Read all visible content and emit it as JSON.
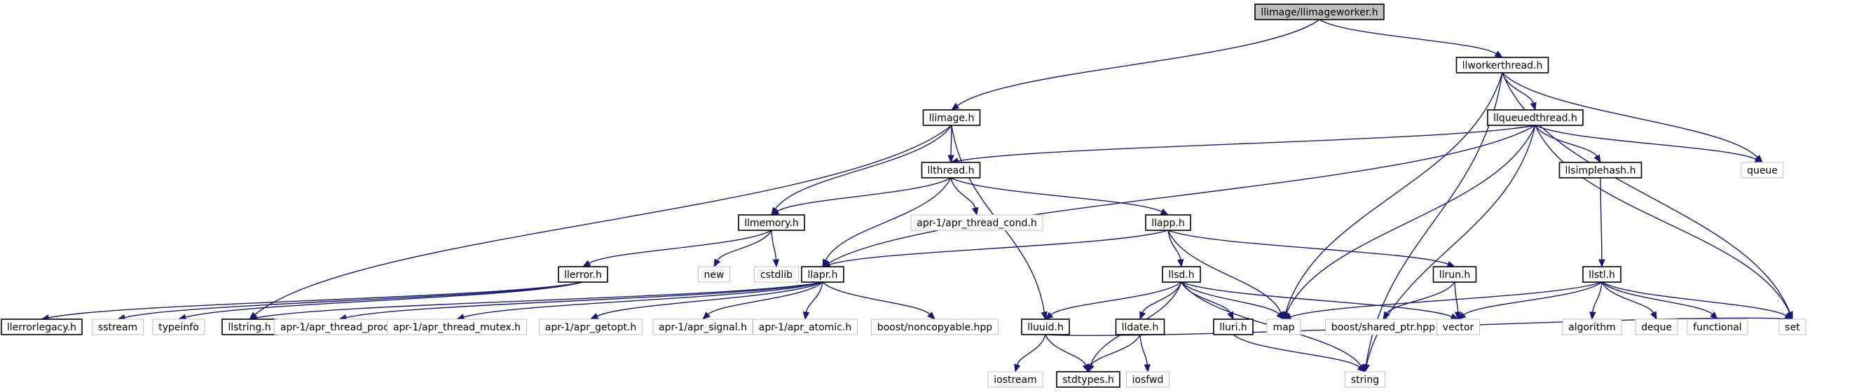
{
  "colors": {
    "edge": "#191970",
    "root_fill": "#bfbfbf",
    "doc_border": "#000000",
    "ext_border": "#bfbfbf"
  },
  "nodes": [
    {
      "id": "root",
      "label": "llimage/llimageworker.h",
      "kind": "root"
    },
    {
      "id": "llworkerthread",
      "label": "llworkerthread.h",
      "kind": "doc"
    },
    {
      "id": "llimage",
      "label": "llimage.h",
      "kind": "doc"
    },
    {
      "id": "llqueuedthread",
      "label": "llqueuedthread.h",
      "kind": "doc"
    },
    {
      "id": "llthread",
      "label": "llthread.h",
      "kind": "doc"
    },
    {
      "id": "llsimplehash",
      "label": "llsimplehash.h",
      "kind": "doc"
    },
    {
      "id": "queue",
      "label": "queue",
      "kind": "ext"
    },
    {
      "id": "llmemory",
      "label": "llmemory.h",
      "kind": "doc"
    },
    {
      "id": "aprcond",
      "label": "apr-1/apr_thread_cond.h",
      "kind": "ext"
    },
    {
      "id": "llapp",
      "label": "llapp.h",
      "kind": "doc"
    },
    {
      "id": "llerror",
      "label": "llerror.h",
      "kind": "doc"
    },
    {
      "id": "new",
      "label": "new",
      "kind": "ext"
    },
    {
      "id": "cstdlib",
      "label": "cstdlib",
      "kind": "ext"
    },
    {
      "id": "llapr",
      "label": "llapr.h",
      "kind": "doc"
    },
    {
      "id": "llsd",
      "label": "llsd.h",
      "kind": "doc"
    },
    {
      "id": "llrun",
      "label": "llrun.h",
      "kind": "doc"
    },
    {
      "id": "llstl",
      "label": "llstl.h",
      "kind": "doc"
    },
    {
      "id": "llerrorlegacy",
      "label": "llerrorlegacy.h",
      "kind": "doc"
    },
    {
      "id": "sstream",
      "label": "sstream",
      "kind": "ext"
    },
    {
      "id": "typeinfo",
      "label": "typeinfo",
      "kind": "ext"
    },
    {
      "id": "llstring",
      "label": "llstring.h",
      "kind": "doc"
    },
    {
      "id": "aprproc",
      "label": "apr-1/apr_thread_proc.h",
      "kind": "ext"
    },
    {
      "id": "aprmutex",
      "label": "apr-1/apr_thread_mutex.h",
      "kind": "ext"
    },
    {
      "id": "aprgetopt",
      "label": "apr-1/apr_getopt.h",
      "kind": "ext"
    },
    {
      "id": "aprsignal",
      "label": "apr-1/apr_signal.h",
      "kind": "ext"
    },
    {
      "id": "apratomic",
      "label": "apr-1/apr_atomic.h",
      "kind": "ext"
    },
    {
      "id": "boostnc",
      "label": "boost/noncopyable.hpp",
      "kind": "ext"
    },
    {
      "id": "lluuid",
      "label": "lluuid.h",
      "kind": "doc"
    },
    {
      "id": "lldate",
      "label": "lldate.h",
      "kind": "doc"
    },
    {
      "id": "lluri",
      "label": "lluri.h",
      "kind": "doc"
    },
    {
      "id": "map",
      "label": "map",
      "kind": "ext"
    },
    {
      "id": "boostsp",
      "label": "boost/shared_ptr.hpp",
      "kind": "ext"
    },
    {
      "id": "vector",
      "label": "vector",
      "kind": "ext"
    },
    {
      "id": "algorithm",
      "label": "algorithm",
      "kind": "ext"
    },
    {
      "id": "deque",
      "label": "deque",
      "kind": "ext"
    },
    {
      "id": "functional",
      "label": "functional",
      "kind": "ext"
    },
    {
      "id": "set",
      "label": "set",
      "kind": "ext"
    },
    {
      "id": "iostream",
      "label": "iostream",
      "kind": "ext"
    },
    {
      "id": "stdtypes",
      "label": "stdtypes.h",
      "kind": "doc"
    },
    {
      "id": "iosfwd",
      "label": "iosfwd",
      "kind": "ext"
    },
    {
      "id": "string",
      "label": "string",
      "kind": "ext"
    }
  ],
  "edges": [
    [
      "root",
      "llworkerthread"
    ],
    [
      "root",
      "llimage"
    ],
    [
      "llworkerthread",
      "llqueuedthread"
    ],
    [
      "llworkerthread",
      "queue"
    ],
    [
      "llworkerthread",
      "set"
    ],
    [
      "llworkerthread",
      "map"
    ],
    [
      "llworkerthread",
      "string"
    ],
    [
      "llimage",
      "llthread"
    ],
    [
      "llimage",
      "llmemory"
    ],
    [
      "llimage",
      "lluuid"
    ],
    [
      "llimage",
      "llstring"
    ],
    [
      "llqueuedthread",
      "llthread"
    ],
    [
      "llqueuedthread",
      "llapr"
    ],
    [
      "llqueuedthread",
      "llsimplehash"
    ],
    [
      "llqueuedthread",
      "queue"
    ],
    [
      "llqueuedthread",
      "map"
    ],
    [
      "llqueuedthread",
      "set"
    ],
    [
      "llqueuedthread",
      "string"
    ],
    [
      "llthread",
      "llmemory"
    ],
    [
      "llthread",
      "llapr"
    ],
    [
      "llthread",
      "aprcond"
    ],
    [
      "llthread",
      "llapp"
    ],
    [
      "llsimplehash",
      "llstl"
    ],
    [
      "llmemory",
      "llerror"
    ],
    [
      "llmemory",
      "new"
    ],
    [
      "llmemory",
      "cstdlib"
    ],
    [
      "llapp",
      "llapr"
    ],
    [
      "llapp",
      "llsd"
    ],
    [
      "llapp",
      "llrun"
    ],
    [
      "llapp",
      "map"
    ],
    [
      "llerror",
      "llerrorlegacy"
    ],
    [
      "llerror",
      "sstream"
    ],
    [
      "llerror",
      "typeinfo"
    ],
    [
      "llapr",
      "llstring"
    ],
    [
      "llapr",
      "aprproc"
    ],
    [
      "llapr",
      "aprmutex"
    ],
    [
      "llapr",
      "aprgetopt"
    ],
    [
      "llapr",
      "aprsignal"
    ],
    [
      "llapr",
      "apratomic"
    ],
    [
      "llapr",
      "boostnc"
    ],
    [
      "llsd",
      "lluuid"
    ],
    [
      "llsd",
      "lldate"
    ],
    [
      "llsd",
      "lluri"
    ],
    [
      "llsd",
      "map"
    ],
    [
      "llsd",
      "vector"
    ],
    [
      "llsd",
      "string"
    ],
    [
      "llsd",
      "stdtypes"
    ],
    [
      "llrun",
      "vector"
    ],
    [
      "llrun",
      "boostsp"
    ],
    [
      "llstl",
      "map"
    ],
    [
      "llstl",
      "vector"
    ],
    [
      "llstl",
      "algorithm"
    ],
    [
      "llstl",
      "deque"
    ],
    [
      "llstl",
      "functional"
    ],
    [
      "llstl",
      "set"
    ],
    [
      "lluuid",
      "iostream"
    ],
    [
      "lluuid",
      "stdtypes"
    ],
    [
      "lluuid",
      "set"
    ],
    [
      "lldate",
      "stdtypes"
    ],
    [
      "lldate",
      "iosfwd"
    ],
    [
      "lluri",
      "string"
    ]
  ]
}
